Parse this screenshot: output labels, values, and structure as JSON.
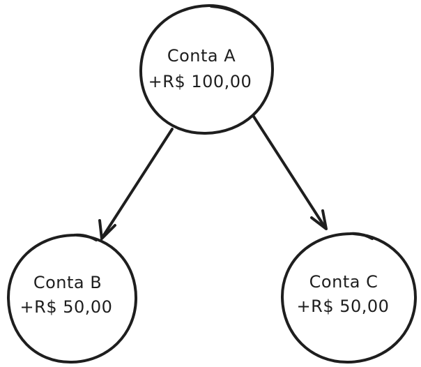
{
  "diagram": {
    "background_color": "#ffffff",
    "stroke_color": "#1e1e1e",
    "style": "hand-drawn",
    "nodes": [
      {
        "id": "conta-a",
        "shape": "circle",
        "label": "Conta A",
        "value": "+R$ 100,00"
      },
      {
        "id": "conta-b",
        "shape": "circle",
        "label": "Conta B",
        "value": "+R$ 50,00"
      },
      {
        "id": "conta-c",
        "shape": "circle",
        "label": "Conta C",
        "value": "+R$ 50,00"
      }
    ],
    "edges": [
      {
        "from": "conta-a",
        "to": "conta-b",
        "type": "arrow"
      },
      {
        "from": "conta-a",
        "to": "conta-c",
        "type": "arrow"
      }
    ]
  }
}
